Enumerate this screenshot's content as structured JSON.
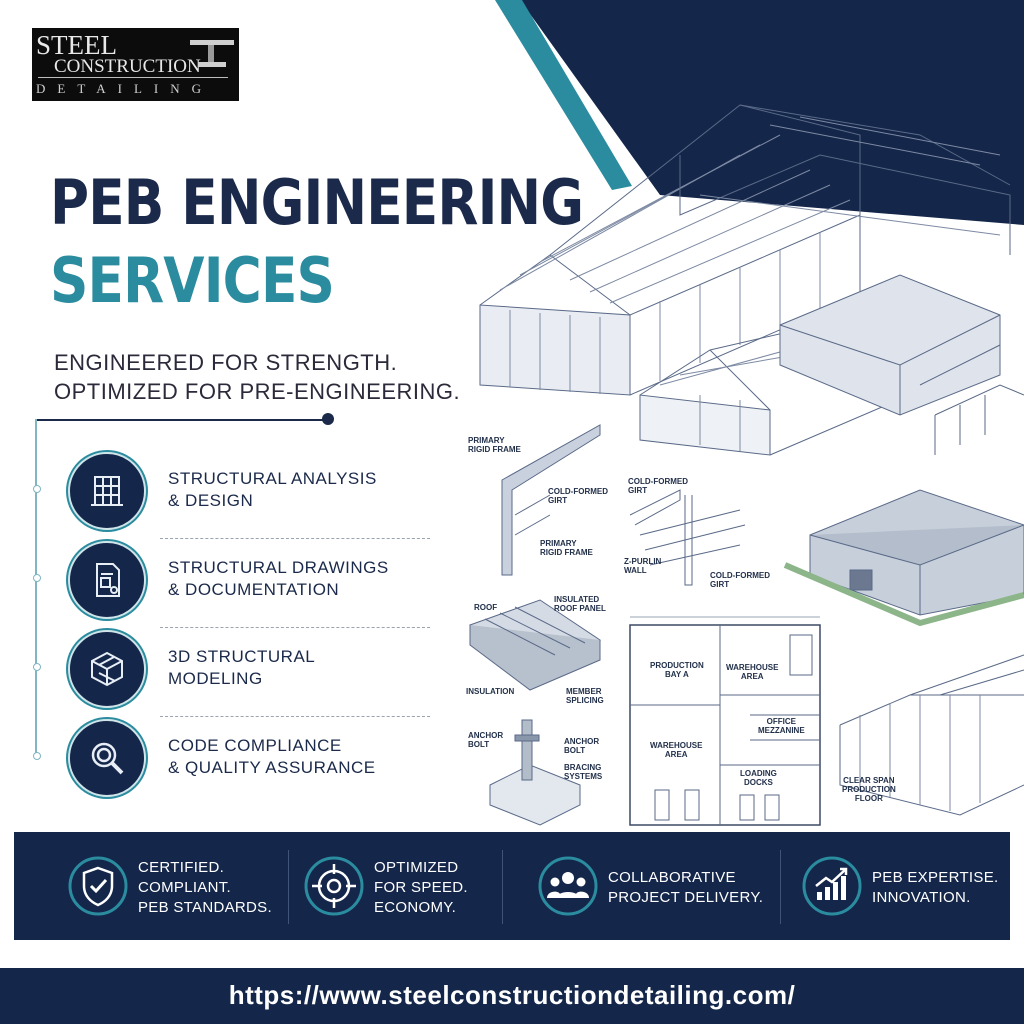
{
  "logo": {
    "line1": "STEEL",
    "line2": "CONSTRUCTION",
    "line3": "DETAILING"
  },
  "heading": {
    "line1": "PEB ENGINEERING",
    "line2": "SERVICES"
  },
  "tagline": {
    "line1": "ENGINEERED FOR STRENGTH.",
    "line2": "OPTIMIZED FOR PRE-ENGINEERING."
  },
  "services": [
    {
      "icon": "structure-grid-icon",
      "line1": "STRUCTURAL ANALYSIS",
      "line2": "& DESIGN"
    },
    {
      "icon": "document-drawing-icon",
      "line1": "STRUCTURAL DRAWINGS",
      "line2": "& DOCUMENTATION"
    },
    {
      "icon": "3d-cube-icon",
      "line1": "3D STRUCTURAL",
      "line2": "MODELING"
    },
    {
      "icon": "magnifier-icon",
      "line1": "CODE COMPLIANCE",
      "line2": "& QUALITY ASSURANCE"
    }
  ],
  "drawing_labels": {
    "primary_rigid_frame_top": "PRIMARY\nRIGID FRAME",
    "cold_formed_girt_1": "COLD-FORMED\nGIRT",
    "primary_rigid_frame_bottom": "PRIMARY\nRIGID FRAME",
    "cold_formed_girt_2": "COLD-FORMED\nGIRT",
    "z_purlin_wall": "Z-PURLIN\nWALL",
    "cold_formed_girt_3": "COLD-FORMED\nGIRT",
    "roof": "ROOF",
    "insulated_roof_panel": "INSULATED\nROOF PANEL",
    "insulation": "INSULATION",
    "member_splicing": "MEMBER\nSPLICING",
    "anchor_bolt_left": "ANCHOR\nBOLT",
    "anchor_bolt_right": "ANCHOR\nBOLT",
    "bracing_systems": "BRACING\nSYSTEMS",
    "production_bay": "PRODUCTION\nBAY A",
    "warehouse_area_top": "WAREHOUSE\nAREA",
    "office_mezzanine": "OFFICE\nMEZZANINE",
    "warehouse_area_bottom": "WAREHOUSE\nAREA",
    "loading_docks": "LOADING\nDOCKS",
    "clear_span": "CLEAR SPAN\nPRODUCTION\nFLOOR"
  },
  "features": [
    {
      "icon": "shield-check-icon",
      "line1": "CERTIFIED.",
      "line2": "COMPLIANT.",
      "line3": "PEB STANDARDS."
    },
    {
      "icon": "target-icon",
      "line1": "OPTIMIZED",
      "line2": "FOR SPEED.",
      "line3": "ECONOMY."
    },
    {
      "icon": "team-icon",
      "line1": "COLLABORATIVE",
      "line2": "PROJECT DELIVERY.",
      "line3": ""
    },
    {
      "icon": "growth-chart-icon",
      "line1": "PEB EXPERTISE.",
      "line2": "INNOVATION.",
      "line3": ""
    }
  ],
  "footer": {
    "url": "https://www.steelconstructiondetailing.com/"
  },
  "colors": {
    "navy": "#14264a",
    "teal": "#2a8c9e",
    "heading_navy": "#1b2a4a"
  }
}
